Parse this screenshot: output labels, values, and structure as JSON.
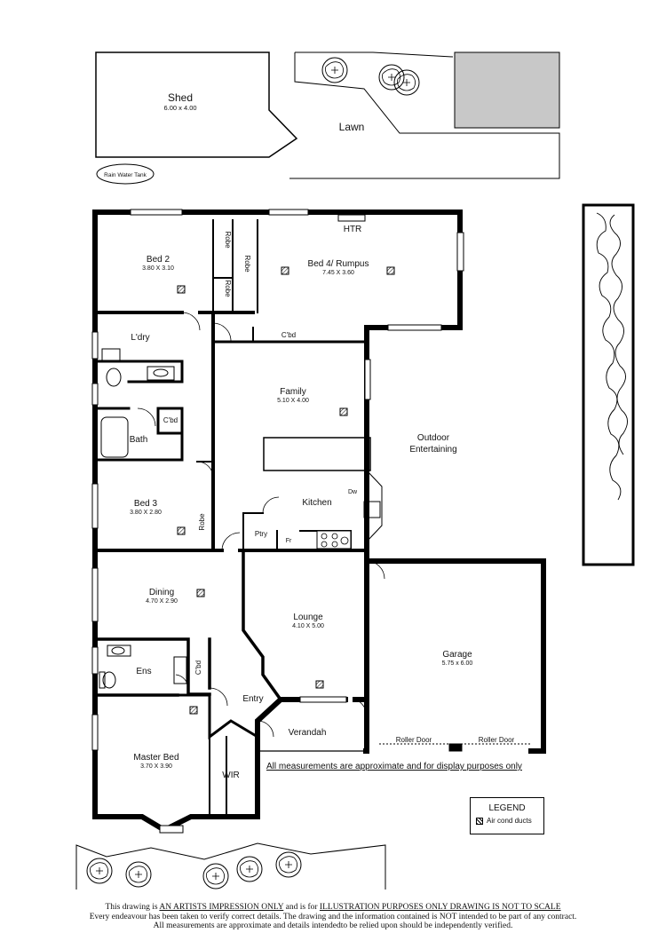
{
  "yard": {
    "shed": {
      "name": "Shed",
      "dim": "6.00 x 4.00"
    },
    "lawn": "Lawn",
    "tank": "Rain Water Tank"
  },
  "rooms": {
    "bed2": {
      "name": "Bed 2",
      "dim": "3.80 X 3.10"
    },
    "bed4": {
      "name": "Bed 4/ Rumpus",
      "dim": "7.45 X 3.60"
    },
    "htr": "HTR",
    "robe": "Robe",
    "ldry": "L'dry",
    "cbd": "C'bd",
    "bath": "Bath",
    "family": {
      "name": "Family",
      "dim": "5.10 X 4.00"
    },
    "outdoor": {
      "name1": "Outdoor",
      "name2": "Entertaining"
    },
    "bed3": {
      "name": "Bed 3",
      "dim": "3.80 X 2.80"
    },
    "kitchen": "Kitchen",
    "dw": "Dw",
    "ptry": "Ptry",
    "fr": "Fr",
    "dining": {
      "name": "Dining",
      "dim": "4.70 X 2.90"
    },
    "lounge": {
      "name": "Lounge",
      "dim": "4.10 X 5.00"
    },
    "garage": {
      "name": "Garage",
      "dim": "5.75 x 6.00"
    },
    "ens": "Ens",
    "entry": "Entry",
    "verandah": "Verandah",
    "roller": "Roller Door",
    "master": {
      "name": "Master Bed",
      "dim": "3.70 X 3.90"
    },
    "wir": "WIR"
  },
  "notes": {
    "approx": "All measurements are approximate and for display purposes only",
    "legend_title": "LEGEND",
    "legend_item": "Air cond ducts",
    "disclaimer_1a": "This drawing is ",
    "disclaimer_1b": "AN ARTISTS IMPRESSION ONLY",
    "disclaimer_1c": " and is for ",
    "disclaimer_1d": "ILLUSTRATION PURPOSES ONLY DRAWING IS NOT TO SCALE",
    "disclaimer_2": "Every endeavour has been taken to verify correct details. The drawing and the information contained is NOT intended to be part of any contract.",
    "disclaimer_3": "All measurements are approximate and details intendedto be relied upon should be independently verified."
  },
  "colors": {
    "wall": "#000000",
    "paving": "#c8c8c8"
  }
}
